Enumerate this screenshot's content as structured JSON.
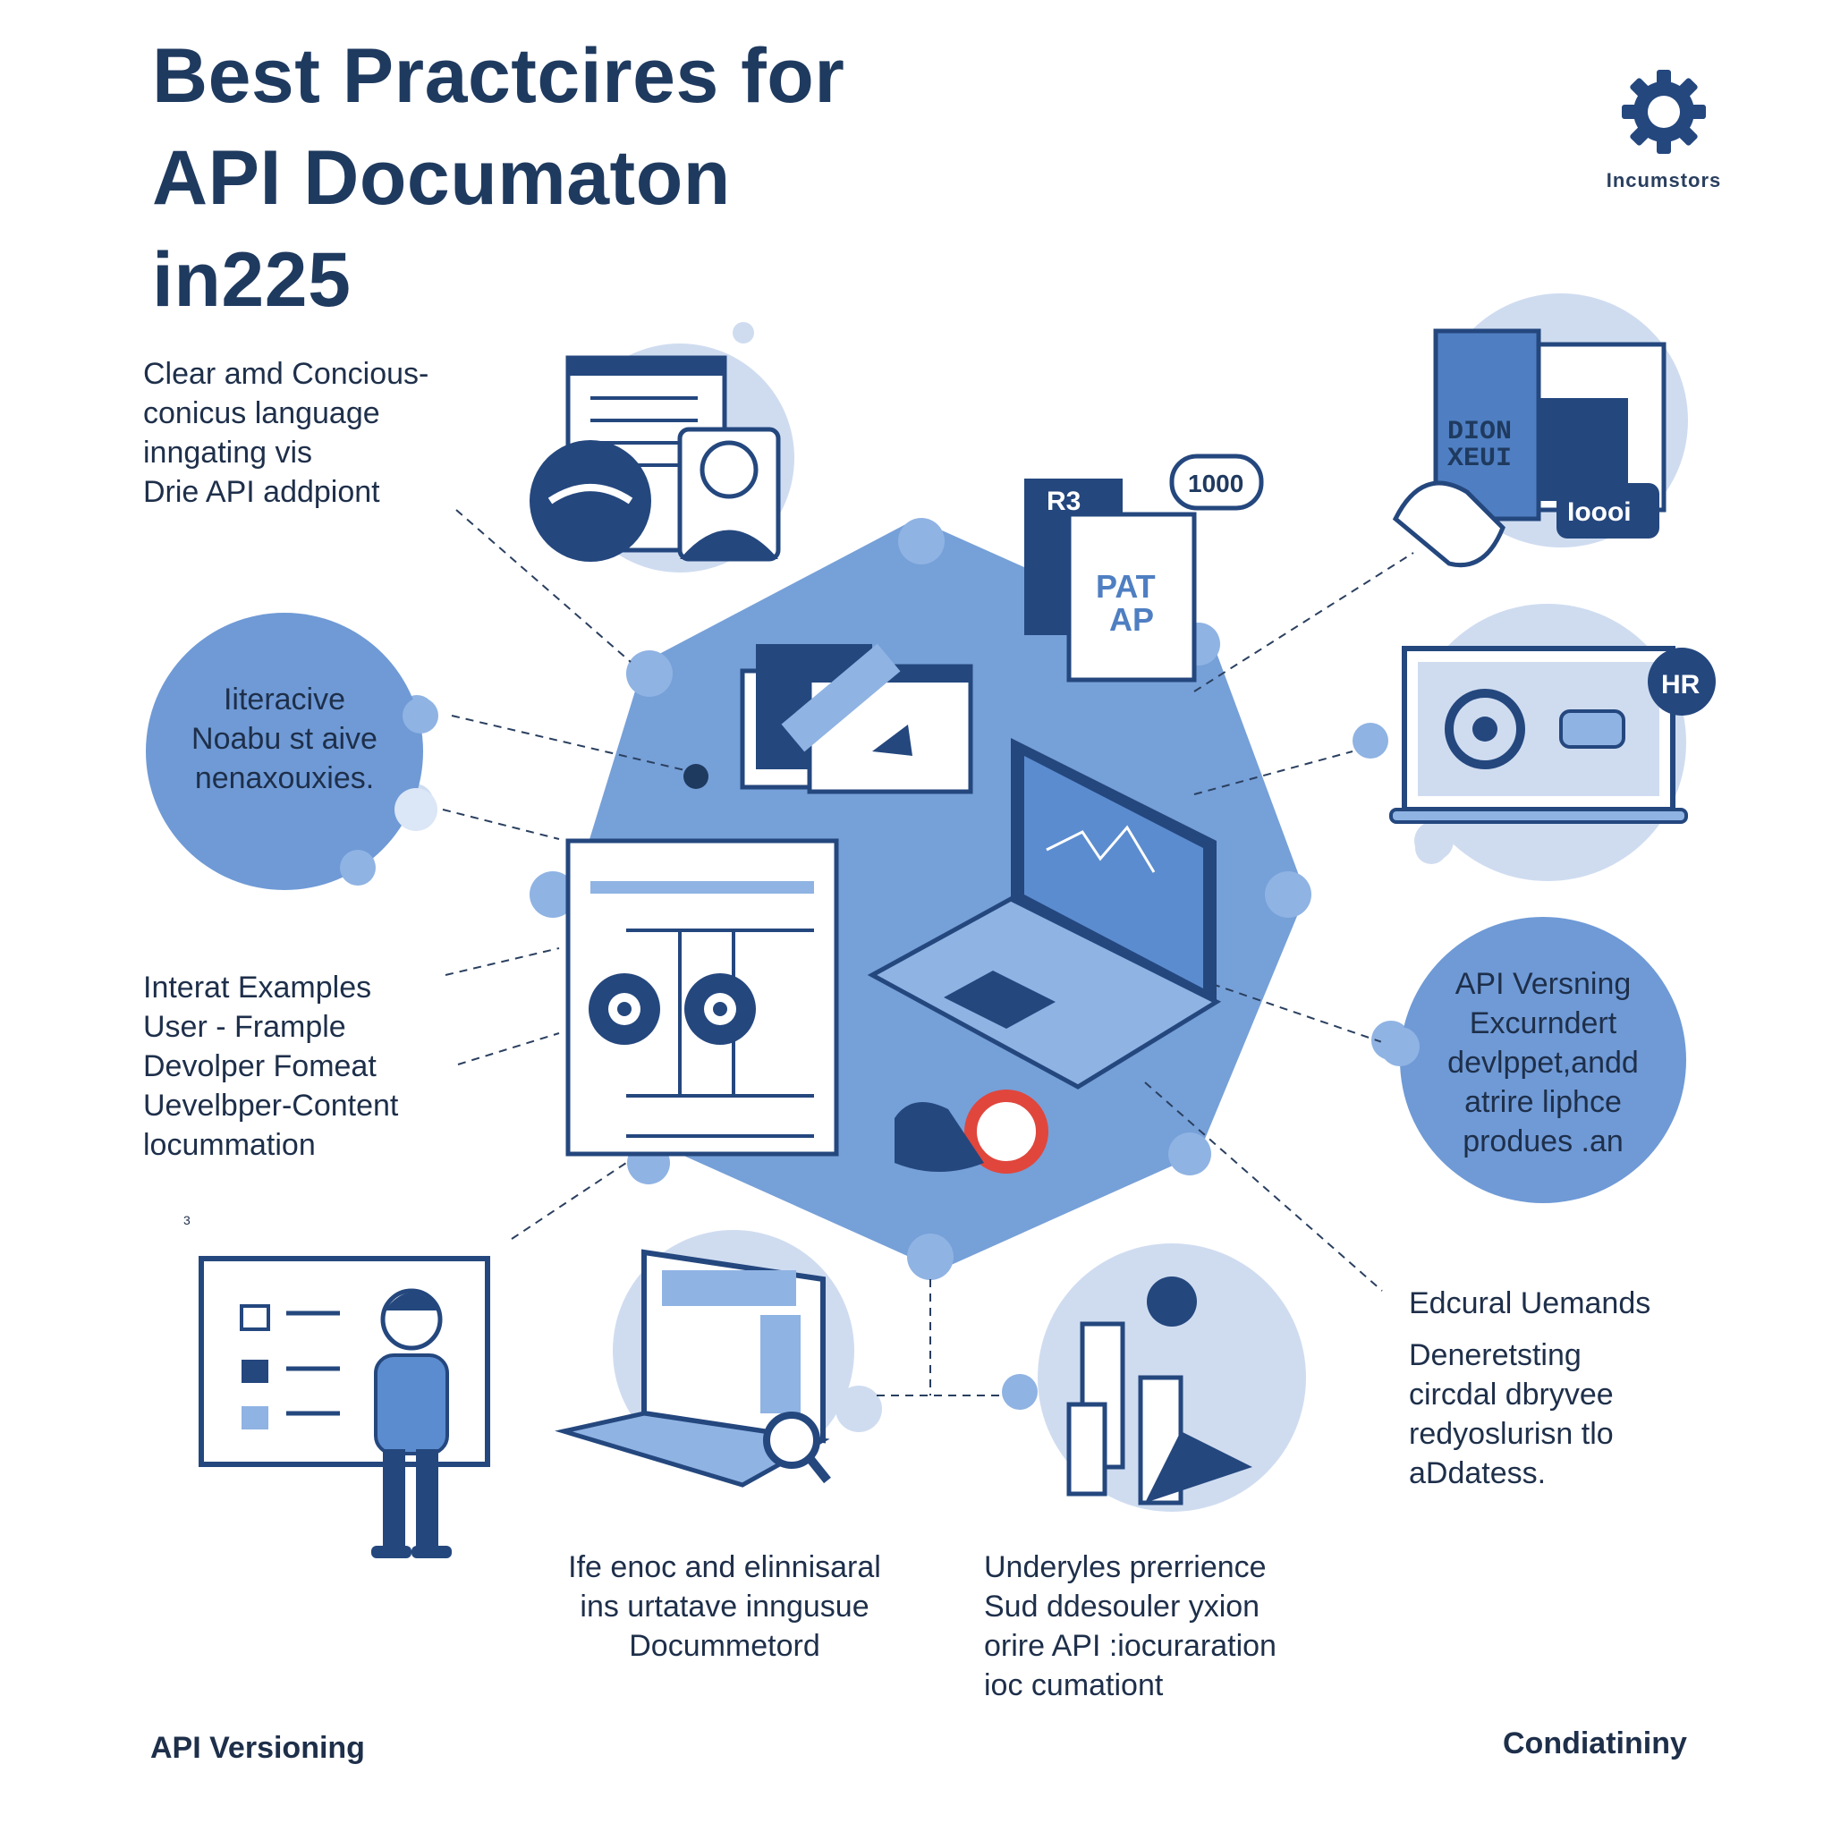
{
  "title": {
    "line1": "Best Practcires for",
    "line2": "API Documaton",
    "line3": "in225"
  },
  "brand": {
    "label": "Incumstors",
    "icon": "gear-icon"
  },
  "callouts": {
    "clear": [
      "Clear amd Concious-",
      "conicus language",
      "inngating vis",
      "Drie API addpiont"
    ],
    "interactive_bubble": [
      "Iiteracive",
      "Noabu st aive",
      "nenaxouxies."
    ],
    "examples": [
      "Interat Examples",
      "User - Frample",
      "Devolper Fomeat",
      "Uevelbper-Content",
      "locummation"
    ],
    "versioning_bubble": [
      "API Versning",
      "Excurndert",
      "devlppet,andd",
      "atrire liphce",
      "produes .an"
    ],
    "edu_title": "Edcural Uemands",
    "edu_body": [
      "Deneretsting",
      "circdal dbryvee",
      "redyoslurisn tlo",
      "aDdatess."
    ],
    "bottom_center": [
      "Ife enoc and elinnisaral",
      "ins urtatave  inngusue",
      "Docummetord"
    ],
    "bottom_right": [
      "Underyles prerrience",
      "Sud ddesouler yxion",
      "orire API :iocuraration",
      "ioc cumationt"
    ]
  },
  "icons": {
    "doc_badge": "R3",
    "doc_text": [
      "PAT",
      "AP"
    ],
    "speech_1000": "1000",
    "phone_badge": "Ioooi",
    "tablet_text": [
      "DION",
      "XEUI"
    ],
    "laptop_badge": "HR",
    "small_mark": "3"
  },
  "footer": {
    "left": "API Versioning",
    "right": "Condiatininy"
  },
  "colors": {
    "navy": "#24477e",
    "dark_navy": "#1f3a5f",
    "mid_blue": "#6f9ad6",
    "light_blue": "#cfdcf0",
    "accent_red": "#e0463c"
  }
}
